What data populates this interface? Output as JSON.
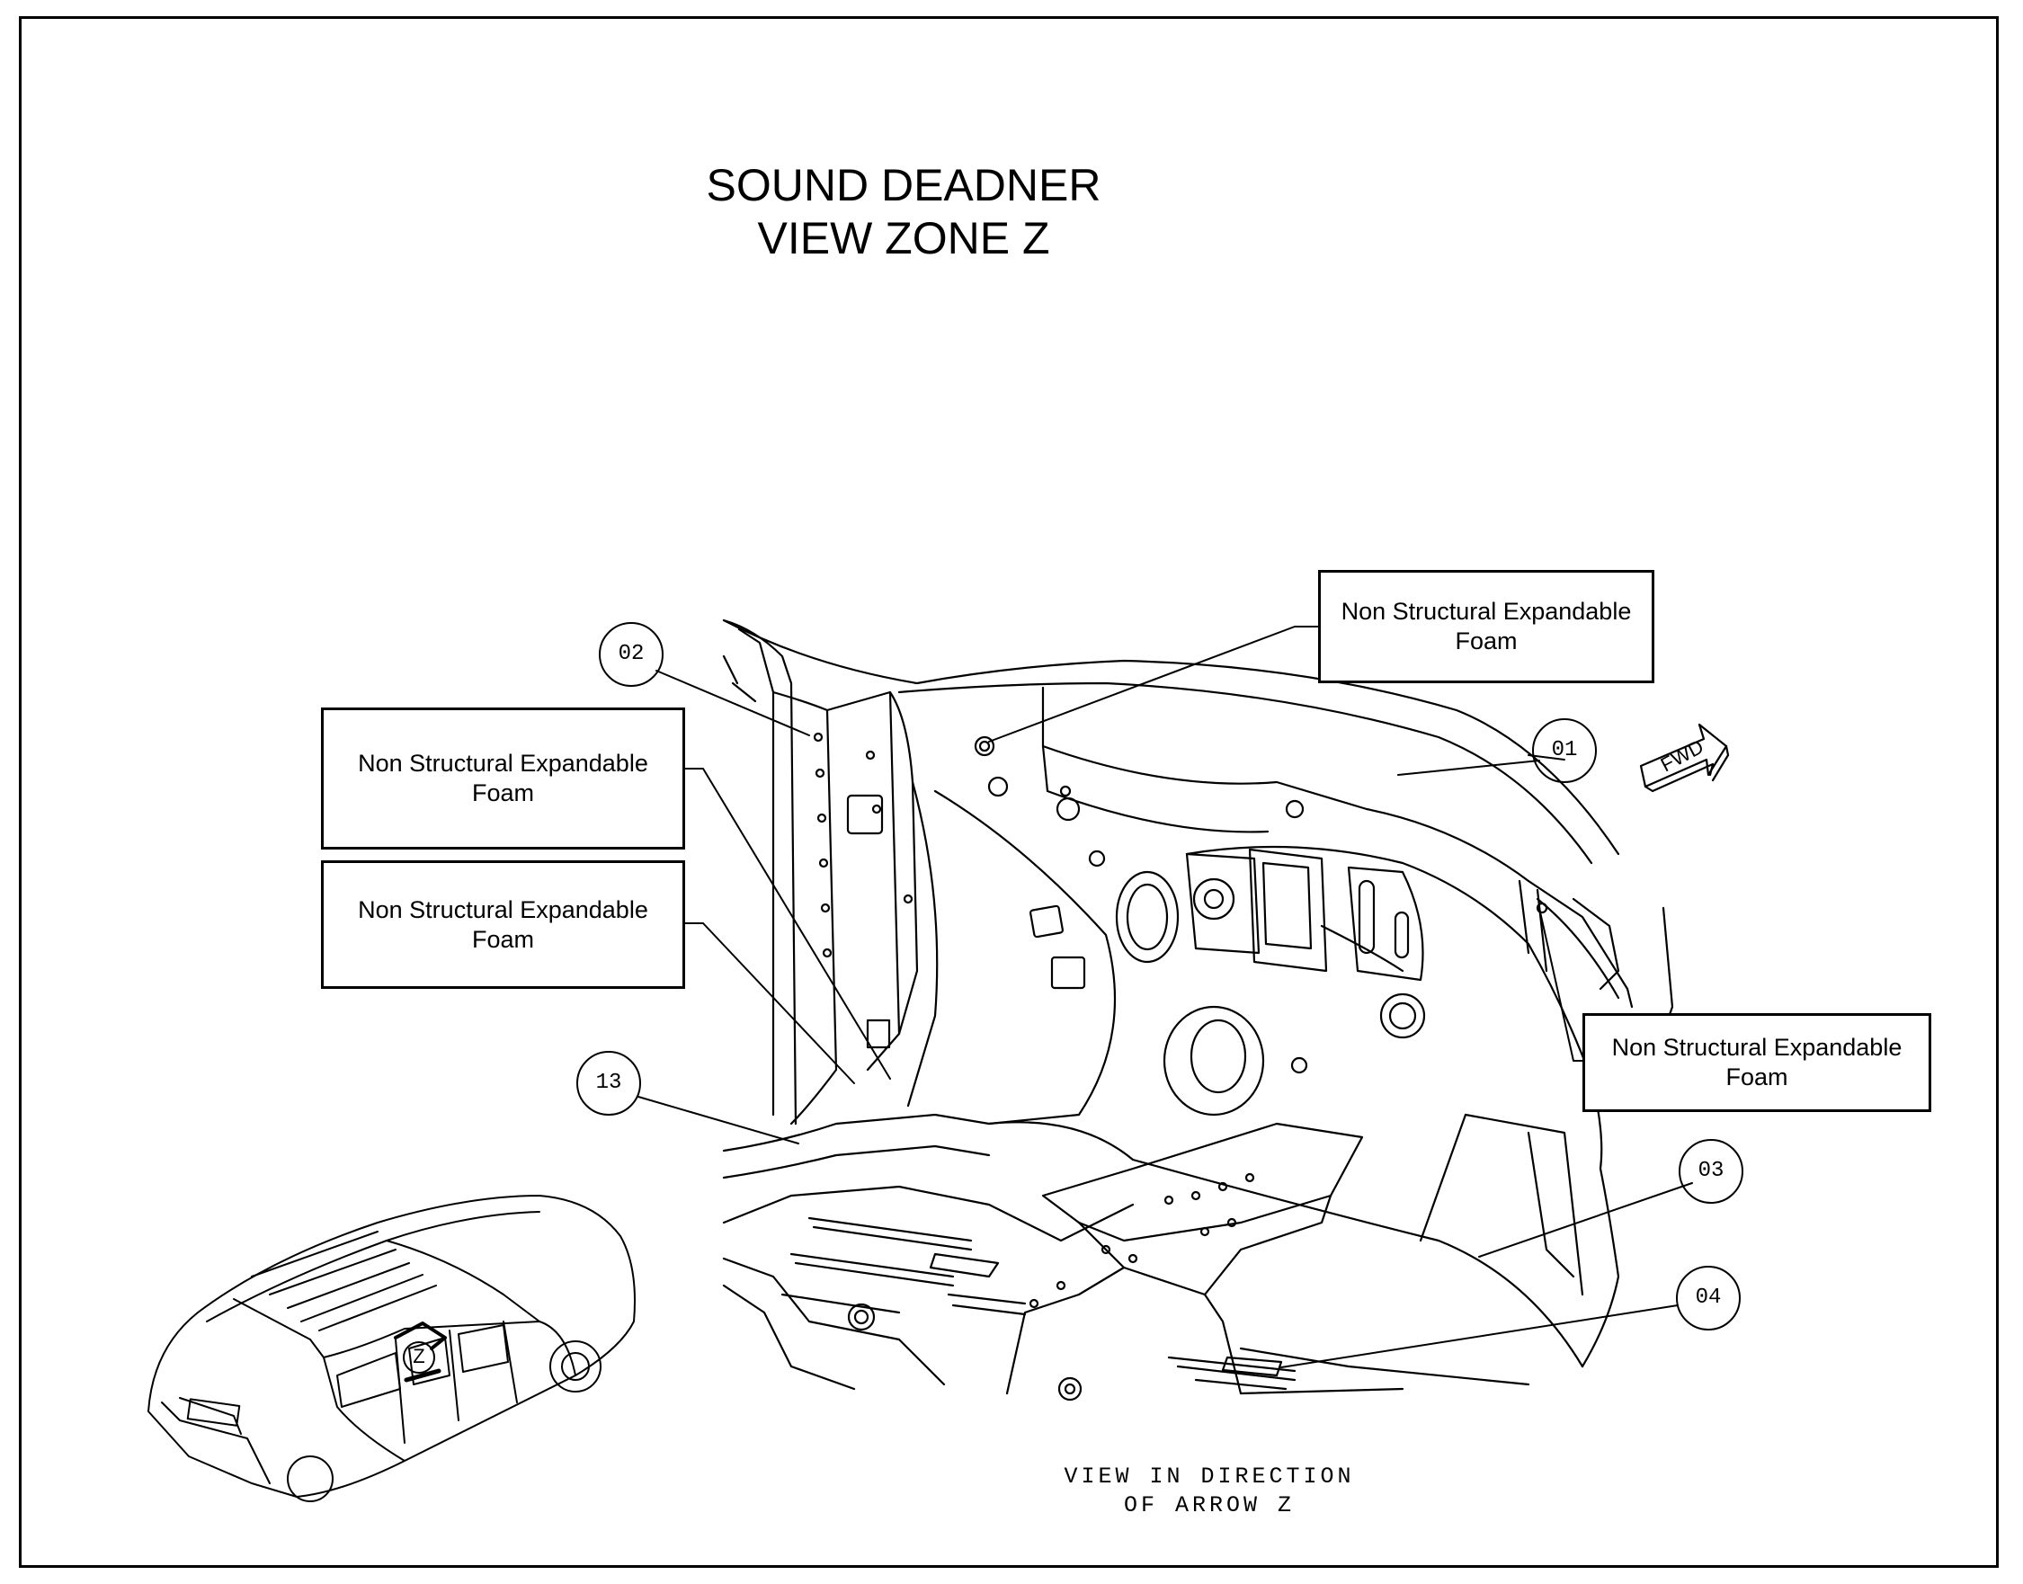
{
  "title": {
    "line1": "SOUND DEADNER",
    "line2": "VIEW ZONE Z"
  },
  "callouts": [
    {
      "id": "01",
      "label": "01"
    },
    {
      "id": "02",
      "label": "02"
    },
    {
      "id": "03",
      "label": "03"
    },
    {
      "id": "04",
      "label": "04"
    },
    {
      "id": "13",
      "label": "13"
    }
  ],
  "foam_labels": {
    "top": {
      "line1": "Non Structural Expandable",
      "line2": "Foam"
    },
    "left1": {
      "line1": "Non Structural Expandable",
      "line2": "Foam"
    },
    "left2": {
      "line1": "Non Structural Expandable",
      "line2": "Foam"
    },
    "right": {
      "line1": "Non Structural Expandable",
      "line2": "Foam"
    }
  },
  "direction_arrow": {
    "label": "FWD"
  },
  "view_marker": {
    "label": "Z"
  },
  "caption": {
    "line1": "VIEW IN DIRECTION",
    "line2": "OF ARROW Z"
  }
}
